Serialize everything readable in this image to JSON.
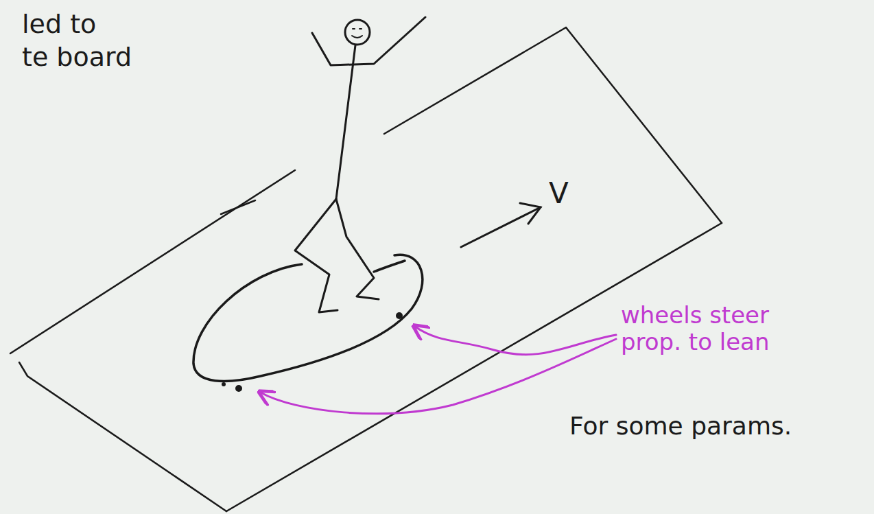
{
  "diagram": {
    "labels": [
      "led to",
      "te board",
      "V",
      "wheels steer prop. to lean",
      "For some params."
    ]
  }
}
